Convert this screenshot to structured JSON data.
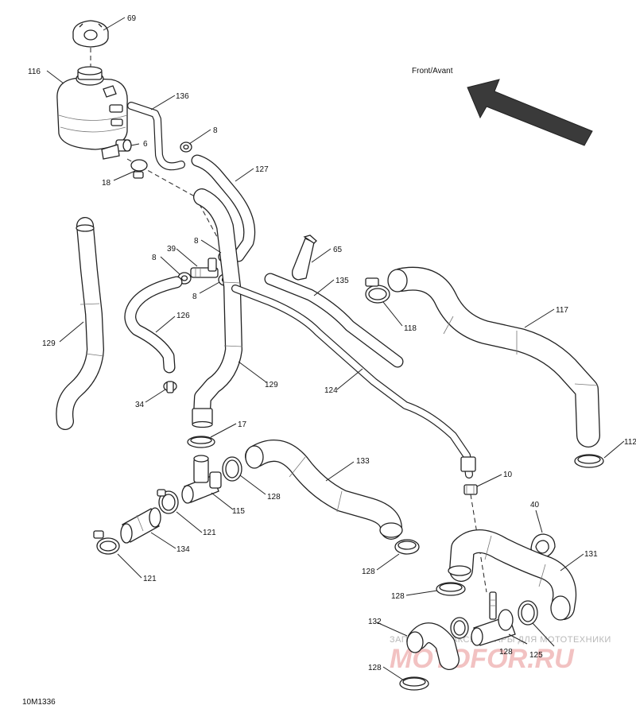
{
  "direction": {
    "label": "Front/Avant"
  },
  "callouts": {
    "c69": "69",
    "c116": "116",
    "c136": "136",
    "c8a": "8",
    "c6": "6",
    "c18": "18",
    "c127": "127",
    "c8b": "8",
    "c39": "39",
    "c8c": "8",
    "c8d": "8",
    "c65": "65",
    "c135": "135",
    "c118": "118",
    "c117": "117",
    "c129a": "129",
    "c126": "126",
    "c129b": "129",
    "c124": "124",
    "c34": "34",
    "c17": "17",
    "c133": "133",
    "c128a": "128",
    "c115": "115",
    "c121a": "121",
    "c134": "134",
    "c121b": "121",
    "c128b": "128",
    "c10": "10",
    "c112": "112",
    "c40": "40",
    "c131": "131",
    "c128c": "128",
    "c132": "132",
    "c125": "125",
    "c128d": "128",
    "c128e": "128"
  },
  "drawing_number": "10M1336",
  "watermark": {
    "line1": "ЗАПЧАСТИ И АКСЕССУАРЫ ДЛЯ МОТОТЕХНИКИ",
    "line2": "MOTOFOR.RU"
  },
  "colors": {
    "stroke": "#222222",
    "arrow": "#3a3a3a",
    "watermark": "#f2c2c2"
  }
}
